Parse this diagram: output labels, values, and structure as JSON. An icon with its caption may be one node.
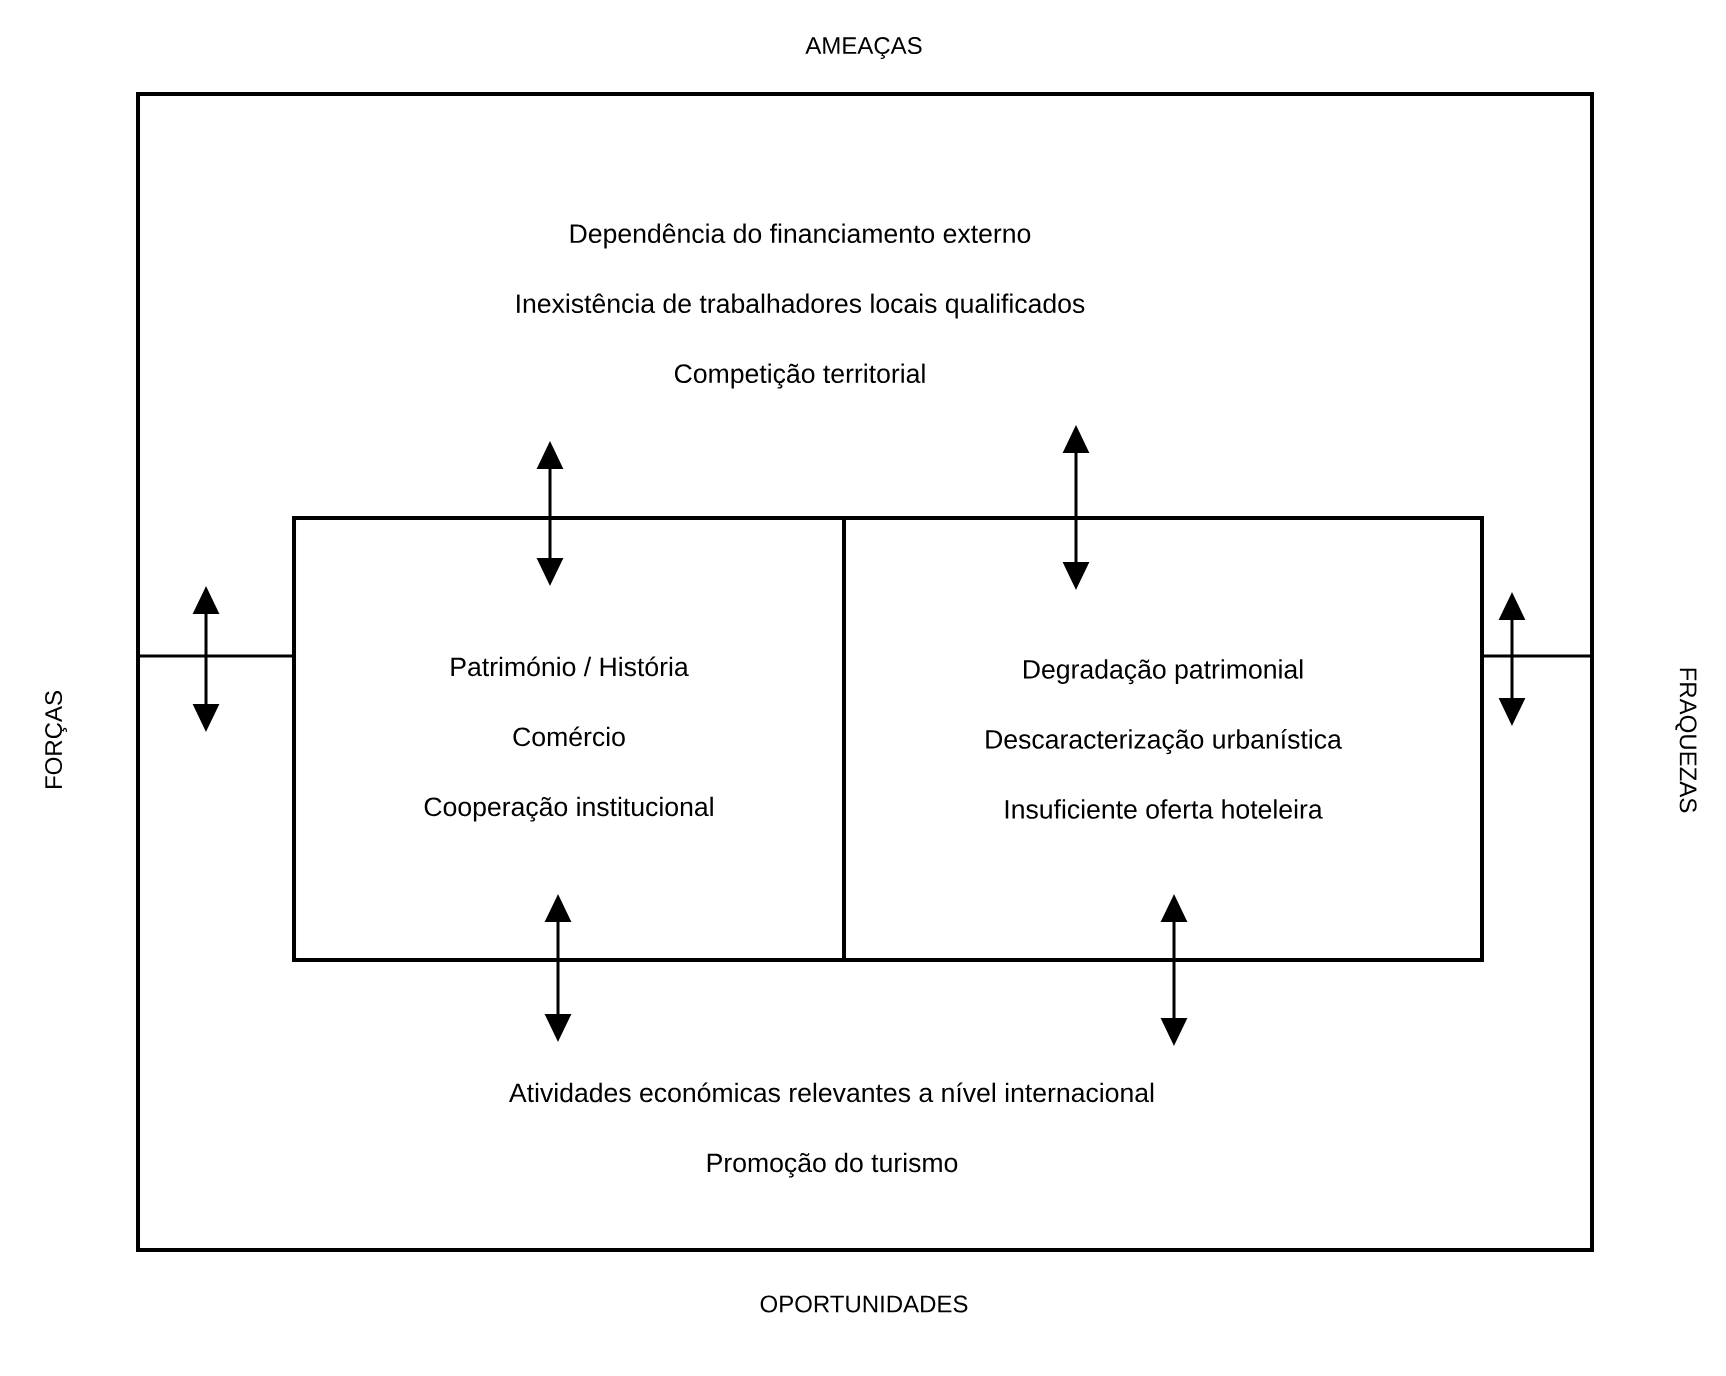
{
  "diagram": {
    "nodes": [
      {
        "text": [],
        "shape": "box"
      },
      {
        "text": [
          "Dependência do financiamento externo",
          "Inexistência de trabalhadores locais qualificados",
          "Competição territorial"
        ],
        "in": 0
      },
      {
        "text": [
          "Património / História",
          "Comércio",
          "Cooperação institucional"
        ],
        "in": 0
      },
      {
        "text": [
          "Degradação patrimonial",
          "Descaracterização urbanística",
          "Insuficiente oferta hoteleira"
        ],
        "in": 0
      },
      {
        "text": [
          "Atividades económicas relevantes a nível internacional",
          "Promoção do turismo"
        ],
        "in": 0
      }
    ],
    "edges": [
      {
        "from": 1,
        "to": 2,
        "arrow": "both"
      },
      {
        "from": 1,
        "to": 3,
        "arrow": "both"
      },
      {
        "from": 2,
        "to": 4,
        "arrow": "both"
      },
      {
        "from": 3,
        "to": 4,
        "arrow": "both"
      }
    ],
    "labels": [
      "AMEAÇAS",
      "FORÇAS",
      "FRAQUEZAS",
      "OPORTUNIDADES"
    ]
  }
}
